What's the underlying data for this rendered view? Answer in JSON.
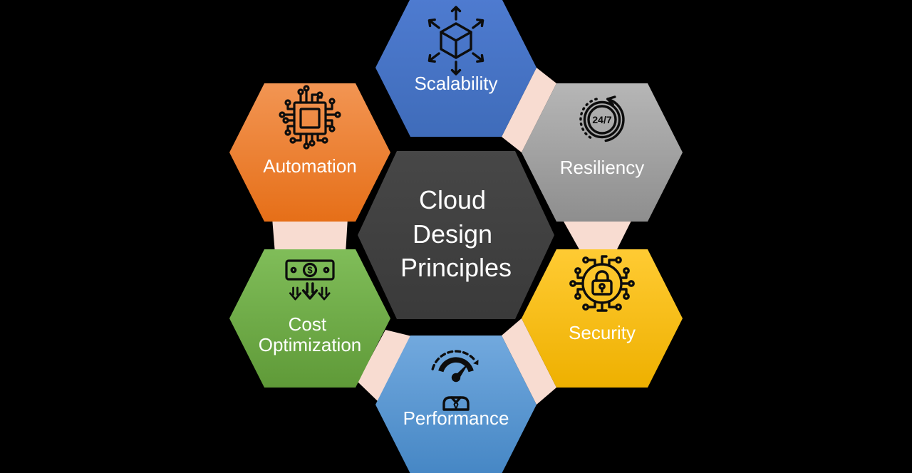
{
  "diagram": {
    "title": "Cloud Design Principles",
    "background_color": "#000000",
    "connector_color": "#f8dcd1",
    "icon_stroke": "#0d0d0d",
    "text_color": "#ffffff",
    "center": {
      "label": "Cloud Design Principles",
      "lines": [
        "Cloud",
        "Design",
        "Principles"
      ],
      "color_top": "#474747",
      "color_bottom": "#3a3a3a"
    },
    "nodes": {
      "scalability": {
        "label": "Scalability",
        "icon": "scale-out-cube-icon",
        "color_top": "#4e7bd0",
        "color_bottom": "#3f6cba"
      },
      "resiliency": {
        "label": "Resiliency",
        "icon": "24-7-availability-icon",
        "icon_text": "24/7",
        "color_top": "#b6b6b6",
        "color_bottom": "#8e8e8e"
      },
      "security": {
        "label": "Security",
        "icon": "lock-circuit-icon",
        "color_top": "#ffcb33",
        "color_bottom": "#eeb000"
      },
      "performance": {
        "label": "Performance",
        "icon": "speed-gauge-person-icon",
        "color_top": "#72a9de",
        "color_bottom": "#4687c5"
      },
      "cost": {
        "label": "Cost Optimization",
        "lines": [
          "Cost",
          "Optimization"
        ],
        "icon": "money-savings-icon",
        "icon_text": "$",
        "color_top": "#80bd59",
        "color_bottom": "#5f9a38"
      },
      "automation": {
        "label": "Automation",
        "icon": "chip-circuit-icon",
        "color_top": "#f29553",
        "color_bottom": "#e66f18"
      }
    }
  }
}
